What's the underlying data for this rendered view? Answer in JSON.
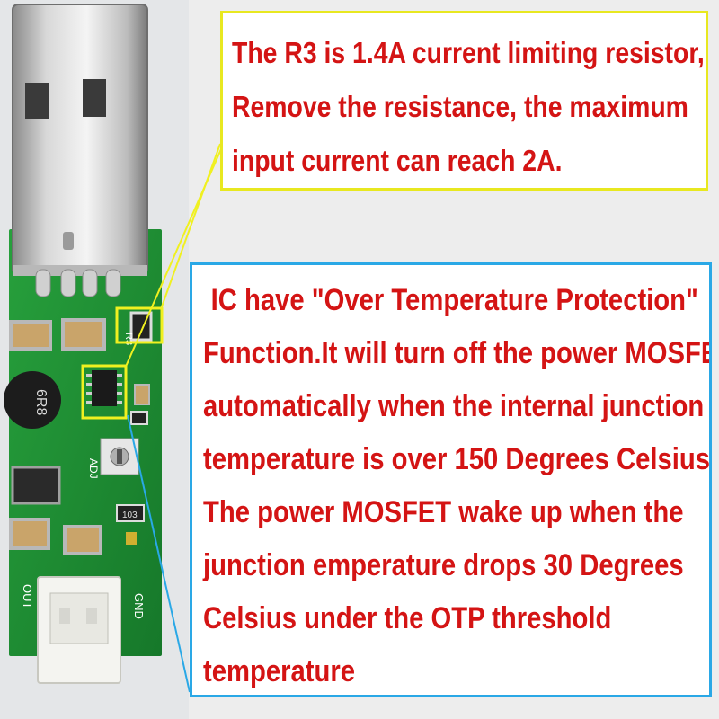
{
  "colors": {
    "pcb": "#1e8a32",
    "callout_text": "#d41414",
    "yellow_frame": "#e8e820",
    "blue_frame": "#2aa8e6"
  },
  "board": {
    "r3_label": "R3",
    "inductor_label": "6R8",
    "adj_label": "ADJ",
    "pot_label": "103",
    "gnd_label": "GND",
    "out_label": "OUT"
  },
  "callout_r3": {
    "lines": [
      "The R3 is 1.4A  current limiting resistor,",
      "Remove the resistance, the maximum",
      "input current can reach 2A."
    ]
  },
  "callout_ic": {
    "lines": [
      "IC have \"Over Temperature Protection\"",
      "Function.It will turn off the power MOSFET",
      "automatically when the internal junction ·",
      "temperature is over 150 Degrees Celsius.",
      "The power MOSFET wake up when the",
      "junction emperature drops 30 Degrees",
      "Celsius under the OTP threshold",
      "temperature"
    ]
  }
}
